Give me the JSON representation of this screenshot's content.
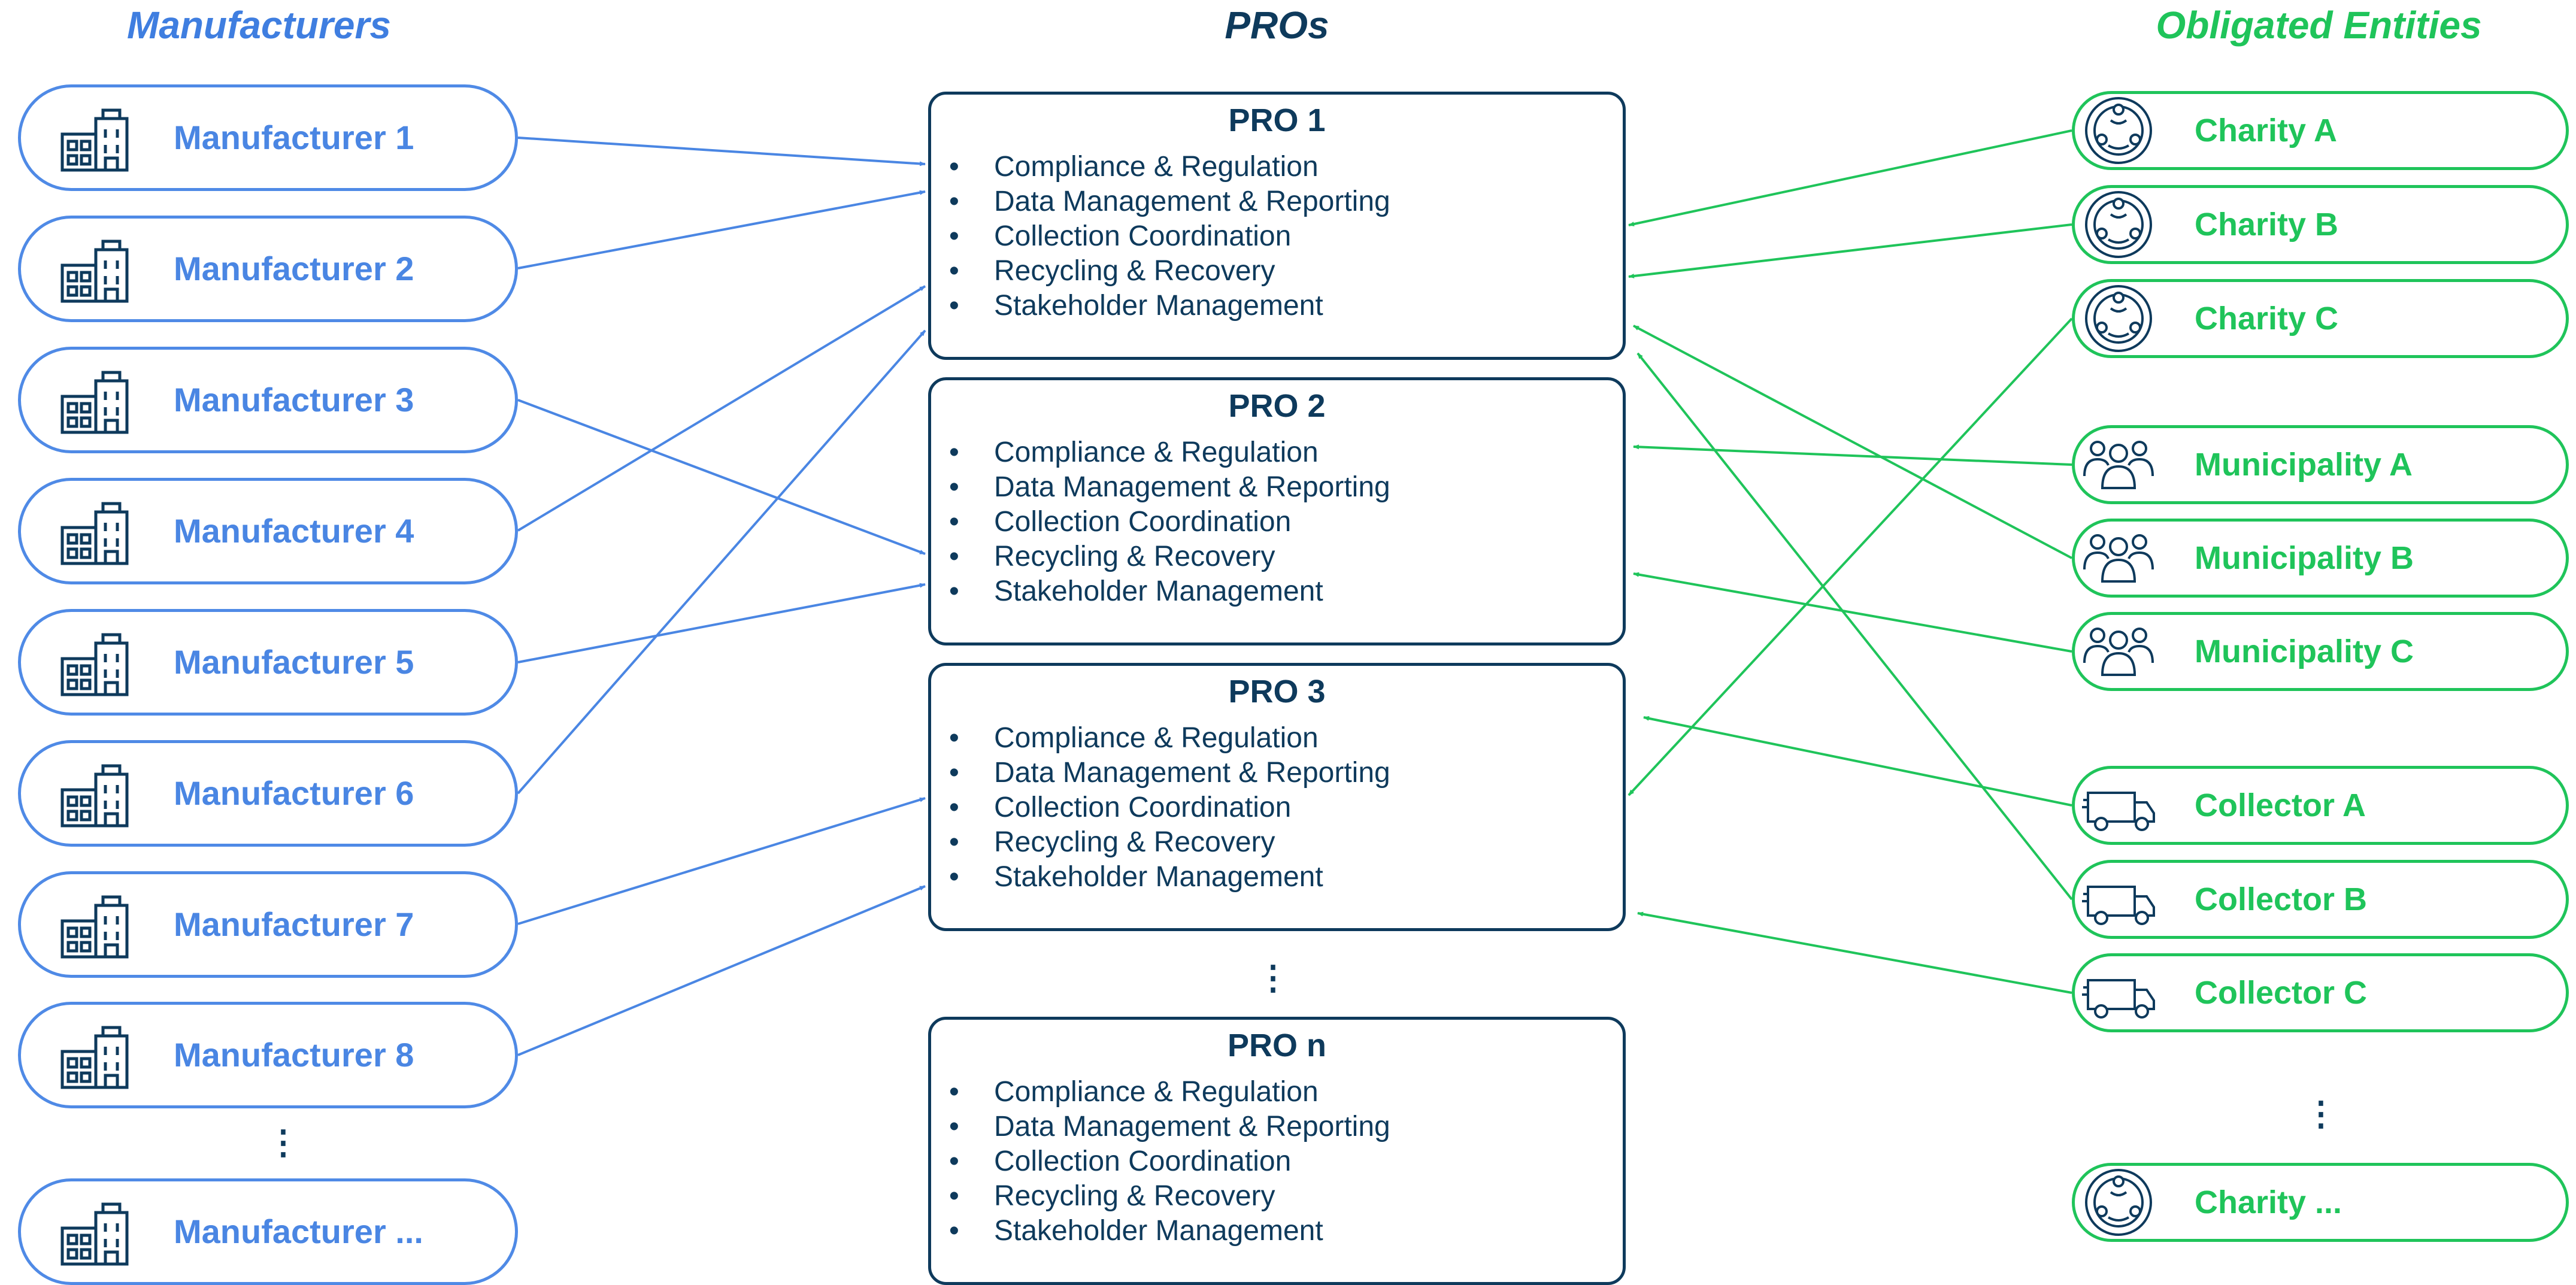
{
  "colors": {
    "manufacturer": "#4a86e3",
    "pro": "#0e3a5c",
    "obligated": "#1fc45a"
  },
  "titles": {
    "manufacturers": "Manufacturers",
    "pros": "PROs",
    "obligated": "Obligated Entities"
  },
  "manufacturers": [
    {
      "label": "Manufacturer 1",
      "icon": "building-icon"
    },
    {
      "label": "Manufacturer 2",
      "icon": "building-icon"
    },
    {
      "label": "Manufacturer 3",
      "icon": "building-icon"
    },
    {
      "label": "Manufacturer 4",
      "icon": "building-icon"
    },
    {
      "label": "Manufacturer 5",
      "icon": "building-icon"
    },
    {
      "label": "Manufacturer 6",
      "icon": "building-icon"
    },
    {
      "label": "Manufacturer 7",
      "icon": "building-icon"
    },
    {
      "label": "Manufacturer 8",
      "icon": "building-icon"
    },
    {
      "label": "Manufacturer ...",
      "icon": "building-icon"
    }
  ],
  "pros": [
    {
      "title": "PRO 1",
      "items": [
        "Compliance & Regulation",
        "Data Management & Reporting",
        "Collection Coordination",
        "Recycling & Recovery",
        "Stakeholder Management"
      ]
    },
    {
      "title": "PRO 2",
      "items": [
        "Compliance & Regulation",
        "Data Management & Reporting",
        "Collection Coordination",
        "Recycling & Recovery",
        "Stakeholder Management"
      ]
    },
    {
      "title": "PRO 3",
      "items": [
        "Compliance & Regulation",
        "Data Management & Reporting",
        "Collection Coordination",
        "Recycling & Recovery",
        "Stakeholder Management"
      ]
    },
    {
      "title": "PRO n",
      "items": [
        "Compliance & Regulation",
        "Data Management & Reporting",
        "Collection Coordination",
        "Recycling & Recovery",
        "Stakeholder Management"
      ]
    }
  ],
  "obligated": [
    {
      "label": "Charity A",
      "icon": "charity-icon"
    },
    {
      "label": "Charity B",
      "icon": "charity-icon"
    },
    {
      "label": "Charity C",
      "icon": "charity-icon"
    },
    {
      "label": "Municipality A",
      "icon": "people-group-icon"
    },
    {
      "label": "Municipality B",
      "icon": "people-group-icon"
    },
    {
      "label": "Municipality C",
      "icon": "people-group-icon"
    },
    {
      "label": "Collector A",
      "icon": "truck-icon"
    },
    {
      "label": "Collector B",
      "icon": "truck-icon"
    },
    {
      "label": "Collector C",
      "icon": "truck-icon"
    },
    {
      "label": "Charity ...",
      "icon": "charity-icon"
    }
  ],
  "connections": {
    "manufacturer_to_pro": [
      [
        "Manufacturer 1",
        "PRO 1"
      ],
      [
        "Manufacturer 2",
        "PRO 1"
      ],
      [
        "Manufacturer 3",
        "PRO 2"
      ],
      [
        "Manufacturer 4",
        "PRO 1"
      ],
      [
        "Manufacturer 5",
        "PRO 2"
      ],
      [
        "Manufacturer 6",
        "PRO 1"
      ],
      [
        "Manufacturer 7",
        "PRO 3"
      ],
      [
        "Manufacturer 8",
        "PRO 3"
      ]
    ],
    "obligated_to_pro": [
      [
        "Charity A",
        "PRO 1"
      ],
      [
        "Charity B",
        "PRO 1"
      ],
      [
        "Charity C",
        "PRO 3"
      ],
      [
        "Municipality A",
        "PRO 2"
      ],
      [
        "Municipality B",
        "PRO 1"
      ],
      [
        "Municipality C",
        "PRO 2"
      ],
      [
        "Collector A",
        "PRO 3"
      ],
      [
        "Collector B",
        "PRO 1"
      ],
      [
        "Collector C",
        "PRO 3"
      ]
    ]
  },
  "ellipsis": "⋮"
}
